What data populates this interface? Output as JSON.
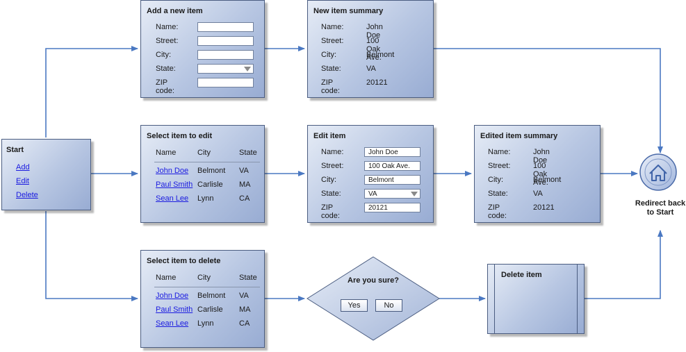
{
  "start": {
    "title": "Start",
    "links": [
      "Add",
      "Edit",
      "Delete"
    ]
  },
  "add_item": {
    "title": "Add a new item",
    "labels": [
      "Name:",
      "Street:",
      "City:",
      "State:",
      "ZIP code:"
    ]
  },
  "new_summary": {
    "title": "New item summary",
    "rows": [
      {
        "label": "Name:",
        "value": "John Doe"
      },
      {
        "label": "Street:",
        "value": "100 Oak Ave."
      },
      {
        "label": "City:",
        "value": "Belmont"
      },
      {
        "label": "State:",
        "value": "VA"
      },
      {
        "label": "ZIP code:",
        "value": "20121"
      }
    ]
  },
  "select_edit": {
    "title": "Select item to edit",
    "headers": [
      "Name",
      "City",
      "State"
    ],
    "rows": [
      {
        "name": "John Doe",
        "city": "Belmont",
        "state": "VA"
      },
      {
        "name": "Paul Smith",
        "city": "Carlisle",
        "state": "MA"
      },
      {
        "name": "Sean Lee",
        "city": "Lynn",
        "state": "CA"
      }
    ]
  },
  "edit_item": {
    "title": "Edit item",
    "rows": [
      {
        "label": "Name:",
        "value": "John Doe"
      },
      {
        "label": "Street:",
        "value": "100 Oak Ave."
      },
      {
        "label": "City:",
        "value": "Belmont"
      },
      {
        "label": "State:",
        "value": "VA"
      },
      {
        "label": "ZIP code:",
        "value": "20121"
      }
    ]
  },
  "edited_summary": {
    "title": "Edited item summary",
    "rows": [
      {
        "label": "Name:",
        "value": "John Doe"
      },
      {
        "label": "Street:",
        "value": "100 Oak Ave."
      },
      {
        "label": "City:",
        "value": "Belmont"
      },
      {
        "label": "State:",
        "value": "VA"
      },
      {
        "label": "ZIP code:",
        "value": "20121"
      }
    ]
  },
  "select_delete": {
    "title": "Select item to delete",
    "headers": [
      "Name",
      "City",
      "State"
    ],
    "rows": [
      {
        "name": "John Doe",
        "city": "Belmont",
        "state": "VA"
      },
      {
        "name": "Paul Smith",
        "city": "Carlisle",
        "state": "MA"
      },
      {
        "name": "Sean Lee",
        "city": "Lynn",
        "state": "CA"
      }
    ]
  },
  "confirm": {
    "question": "Are you sure?",
    "yes": "Yes",
    "no": "No"
  },
  "delete_item": {
    "title": "Delete item"
  },
  "redirect": {
    "line1": "Redirect back",
    "line2": "to Start"
  },
  "colors": {
    "connector": "#4a78c2",
    "box_border": "#4a5c80",
    "link": "#1a1ae0"
  }
}
